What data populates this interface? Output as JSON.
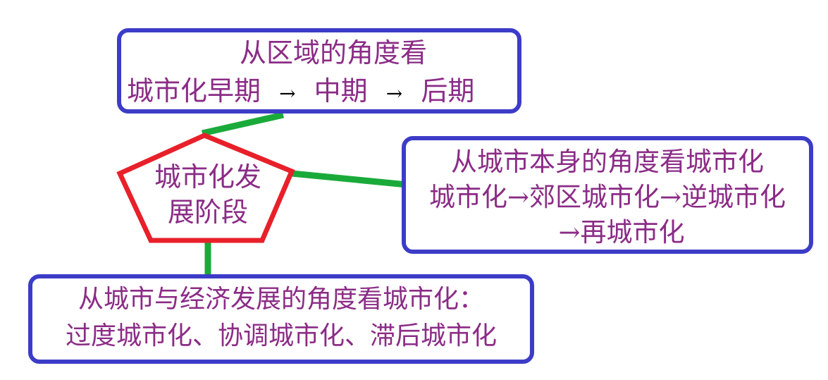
{
  "center": {
    "label_line1": "城市化发",
    "label_line2": "展阶段"
  },
  "top_box": {
    "title": "从区域的角度看",
    "stage_1": "城市化早期",
    "arrow_1": "→",
    "stage_2": "中期",
    "arrow_2": "→",
    "stage_3": "后期"
  },
  "right_box": {
    "title": "从城市本身的角度看城市化",
    "line_2": "城市化→郊区城市化→逆城市化",
    "line_3": "→再城市化"
  },
  "bottom_box": {
    "title": "从城市与经济发展的角度看城市化：",
    "line_2": "过度城市化、协调城市化、滞后城市化"
  },
  "colors": {
    "box_border": "#3c3cc8",
    "pentagon_stroke": "#e8202a",
    "connector": "#1aaa3a",
    "text": "#8b2c86",
    "arrow": "#000000"
  }
}
